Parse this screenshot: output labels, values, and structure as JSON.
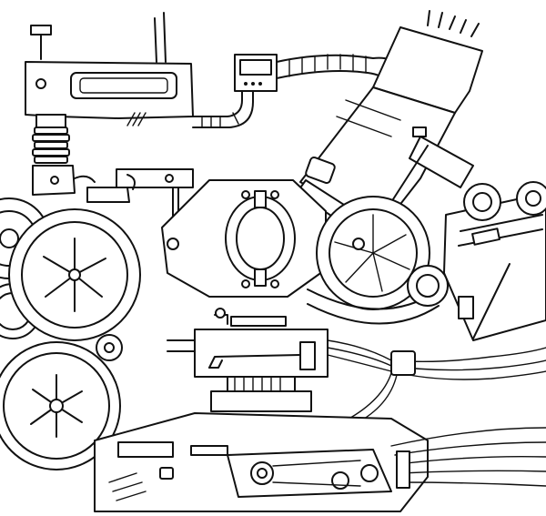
{
  "illustration": {
    "style": "hand-drawn line art",
    "ink_color": "#111111",
    "background_color": "#ffffff"
  },
  "components": [
    "control-box",
    "bellows-spring",
    "clamp",
    "gear",
    "pulley-wheel",
    "flexible-duct",
    "gauge-display",
    "motor-unit",
    "ring-mount-plate",
    "fan-wheel",
    "gearbox-panel",
    "drive-belt",
    "bench-vise",
    "wire-bundle",
    "base-platform",
    "conveyor-track"
  ]
}
